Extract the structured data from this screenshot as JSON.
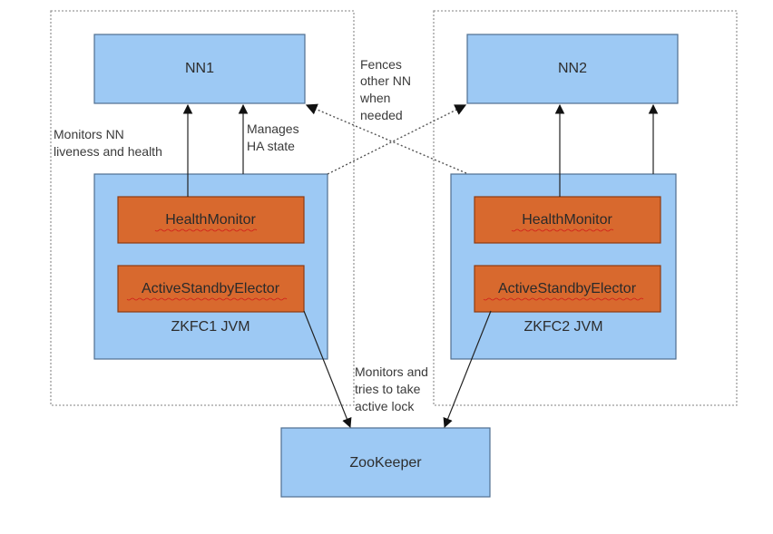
{
  "nodes": {
    "nn1": "NN1",
    "nn2": "NN2",
    "zkfc1_health": "HealthMonitor",
    "zkfc1_elector": "ActiveStandbyElector",
    "zkfc1_jvm": "ZKFC1 JVM",
    "zkfc2_health": "HealthMonitor",
    "zkfc2_elector": "ActiveStandbyElector",
    "zkfc2_jvm": "ZKFC2 JVM",
    "zookeeper": "ZooKeeper"
  },
  "annotations": {
    "monitors_nn": [
      "Monitors NN",
      "liveness and health"
    ],
    "manages_ha": [
      "Manages",
      "HA state"
    ],
    "fences": [
      "Fences",
      "other NN",
      "when",
      "needed"
    ],
    "lock": [
      "Monitors and",
      "tries to take",
      "active lock"
    ]
  },
  "colors": {
    "box_blue": "#9dc9f4",
    "box_orange": "#d8692e",
    "border_dotted": "#9a9a9a"
  }
}
